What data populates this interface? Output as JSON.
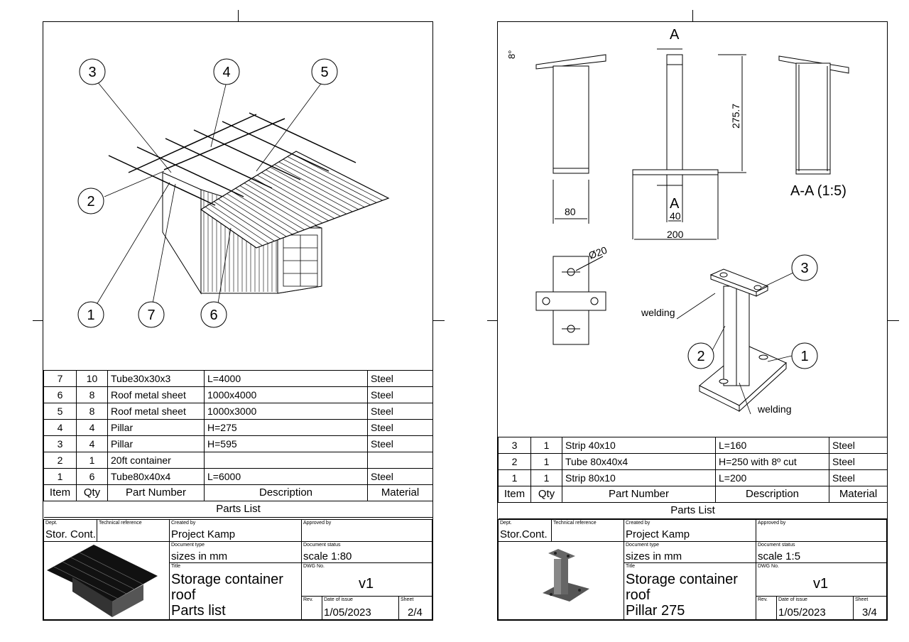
{
  "sheets": [
    {
      "callouts": [
        "1",
        "2",
        "3",
        "4",
        "5",
        "6",
        "7"
      ],
      "bom": {
        "rows": [
          {
            "item": "7",
            "qty": "10",
            "part": "Tube30x30x3",
            "desc": "L=4000",
            "mat": "Steel"
          },
          {
            "item": "6",
            "qty": "8",
            "part": "Roof metal sheet",
            "desc": "1000x4000",
            "mat": "Steel"
          },
          {
            "item": "5",
            "qty": "8",
            "part": "Roof metal sheet",
            "desc": "1000x3000",
            "mat": "Steel"
          },
          {
            "item": "4",
            "qty": "4",
            "part": "Pillar",
            "desc": "H=275",
            "mat": "Steel"
          },
          {
            "item": "3",
            "qty": "4",
            "part": "Pillar",
            "desc": "H=595",
            "mat": "Steel"
          },
          {
            "item": "2",
            "qty": "1",
            "part": "20ft container",
            "desc": "",
            "mat": ""
          },
          {
            "item": "1",
            "qty": "6",
            "part": "Tube80x40x4",
            "desc": "L=6000",
            "mat": "Steel"
          }
        ],
        "headers": {
          "item": "Item",
          "qty": "Qty",
          "part": "Part Number",
          "desc": "Description",
          "mat": "Material"
        },
        "caption": "Parts List"
      },
      "titleblock": {
        "dept_label": "Dept.",
        "dept": "Stor. Cont.",
        "techref_label": "Technical reference",
        "created_label": "Created by",
        "created": "Project Kamp",
        "approved_label": "Approved by",
        "doctype_label": "Document type",
        "doctype": "sizes in mm",
        "docstatus_label": "Document status",
        "docstatus": "scale 1:80",
        "title_label": "Title",
        "title1": "Storage container",
        "title2": "roof",
        "title3": "Parts list",
        "dwg_label": "DWG No.",
        "dwg": "v1",
        "rev_label": "Rev.",
        "date_label": "Date of issue",
        "date": "1/05/2023",
        "sheet_label": "Sheet",
        "sheet": "2/4"
      }
    },
    {
      "callouts": [
        "1",
        "2",
        "3"
      ],
      "dims": {
        "angle": "8°",
        "height": "275.7",
        "w80": "80",
        "w40": "40",
        "w200": "200",
        "dia": "Ø20",
        "secA": "A",
        "section": "A-A (1:5)",
        "weld1": "welding",
        "weld2": "welding"
      },
      "bom": {
        "rows": [
          {
            "item": "3",
            "qty": "1",
            "part": "Strip 40x10",
            "desc": "L=160",
            "mat": "Steel"
          },
          {
            "item": "2",
            "qty": "1",
            "part": "Tube 80x40x4",
            "desc": "H=250 with 8º cut",
            "mat": "Steel"
          },
          {
            "item": "1",
            "qty": "1",
            "part": "Strip 80x10",
            "desc": "L=200",
            "mat": "Steel"
          }
        ],
        "headers": {
          "item": "Item",
          "qty": "Qty",
          "part": "Part Number",
          "desc": "Description",
          "mat": "Material"
        },
        "caption": "Parts List"
      },
      "titleblock": {
        "dept_label": "Dept.",
        "dept": "Stor.Cont.",
        "techref_label": "Technical reference",
        "created_label": "Created by",
        "created": "Project Kamp",
        "approved_label": "Approved by",
        "doctype_label": "Document type",
        "doctype": "sizes in mm",
        "docstatus_label": "Document status",
        "docstatus": "scale 1:5",
        "title_label": "Title",
        "title1": "Storage container",
        "title2": "roof",
        "title3": "Pillar 275",
        "dwg_label": "DWG No.",
        "dwg": "v1",
        "rev_label": "Rev.",
        "date_label": "Date of issue",
        "date": "1/05/2023",
        "sheet_label": "Sheet",
        "sheet": "3/4"
      }
    }
  ]
}
